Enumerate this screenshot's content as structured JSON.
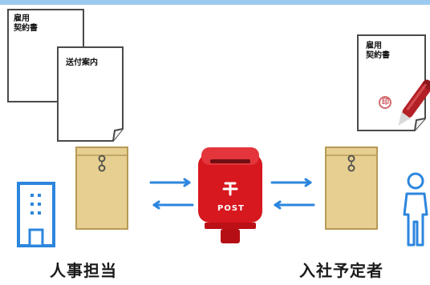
{
  "documents": {
    "contract_label": "雇用\n契約書",
    "cover_letter_label": "送付案内",
    "signed_contract_label": "雇用\n契約書",
    "seal_text": "印"
  },
  "postbox": {
    "label": "POST"
  },
  "roles": {
    "hr_label": "人事担当",
    "new_hire_label": "入社予定者"
  },
  "colors": {
    "accent_blue": "#2c86de",
    "postbox_red": "#d7181f",
    "envelope_tan": "#e6cf90",
    "seal_red": "#c9464d"
  },
  "icons": {
    "building": "building-icon",
    "person": "person-icon",
    "mailbox": "mailbox-icon",
    "envelope": "envelope-icon",
    "pen": "pen-icon"
  }
}
